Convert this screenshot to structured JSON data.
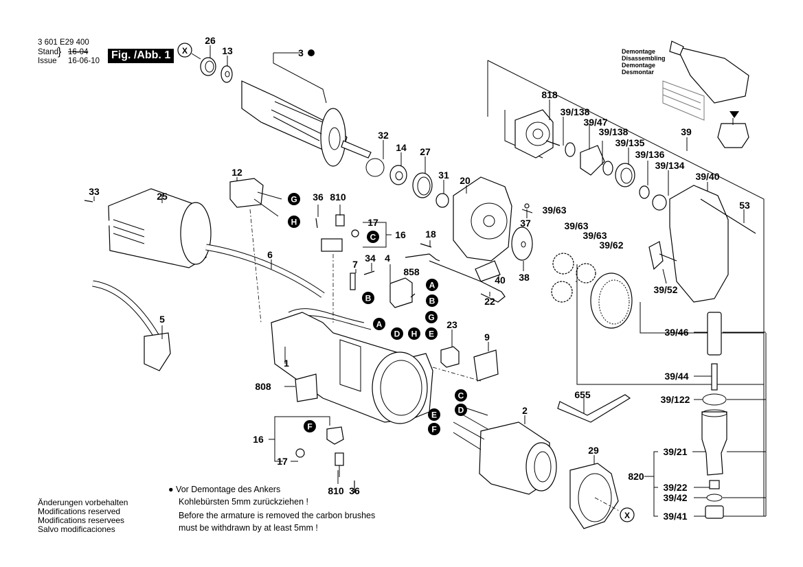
{
  "header": {
    "part_number": "3 601 E29 400",
    "stand_label": "Stand",
    "issue_label": "Issue",
    "old_date": "16-04",
    "date": "16-06-10",
    "figure_label": "Fig. /Abb. 1"
  },
  "disassembly_note": {
    "lines": [
      "Demontage",
      "Disassembling",
      "Demontage",
      "Desmontar"
    ]
  },
  "warning": {
    "de_line1": "Vor Demontage des Ankers",
    "de_line2": "Kohlebürsten 5mm zurückziehen !",
    "en_line1": "Before the armature is removed the carbon brushes",
    "en_line2": "must be withdrawn by at least 5mm !"
  },
  "modifications": {
    "lines": [
      "Änderungen vorbehalten",
      "Modifications reserved",
      "Modifications reservees",
      "Salvo modificaciones"
    ]
  },
  "part_labels": {
    "p26": "26",
    "p13": "13",
    "p3": "3",
    "p32": "32",
    "p14": "14",
    "p27": "27",
    "p31": "31",
    "p20": "20",
    "p37": "37",
    "p38": "38",
    "p40": "40",
    "p22": "22",
    "p18": "18",
    "p12": "12",
    "p36a": "36",
    "p810a": "810",
    "p17a": "17",
    "p16a": "16",
    "p33": "33",
    "p25": "25",
    "p5": "5",
    "p6": "6",
    "p7": "7",
    "p34": "34",
    "p4": "4",
    "p858": "858",
    "p23": "23",
    "p9": "9",
    "p1": "1",
    "p808": "808",
    "p16b": "16",
    "p17b": "17",
    "p810b": "810",
    "p36b": "36",
    "p2": "2",
    "p655": "655",
    "p29": "29",
    "p820": "820",
    "p818": "818",
    "p39_138a": "39/138",
    "p39_47": "39/47",
    "p39_138b": "39/138",
    "p39_135": "39/135",
    "p39_136": "39/136",
    "p39_134": "39/134",
    "p39": "39",
    "p39_40": "39/40",
    "p53": "53",
    "p39_63a": "39/63",
    "p39_63b": "39/63",
    "p39_63c": "39/63",
    "p39_62": "39/62",
    "p39_52": "39/52",
    "p39_46": "39/46",
    "p39_44": "39/44",
    "p39_122": "39/122",
    "p39_21": "39/21",
    "p39_22": "39/22",
    "p39_42": "39/42",
    "p39_41": "39/41"
  },
  "connector_markers": {
    "G1": "G",
    "H1": "H",
    "C1": "C",
    "A1": "A",
    "B1": "B",
    "B2": "B",
    "A2": "A",
    "G2": "G",
    "D1": "D",
    "H2": "H",
    "E1": "E",
    "F1": "F",
    "C2": "C",
    "D2": "D",
    "E2": "E",
    "F2": "F"
  },
  "alignment_markers": {
    "x1": "X",
    "x2": "X"
  },
  "legend_symbols": {
    "armature_note_bullet": "●"
  }
}
